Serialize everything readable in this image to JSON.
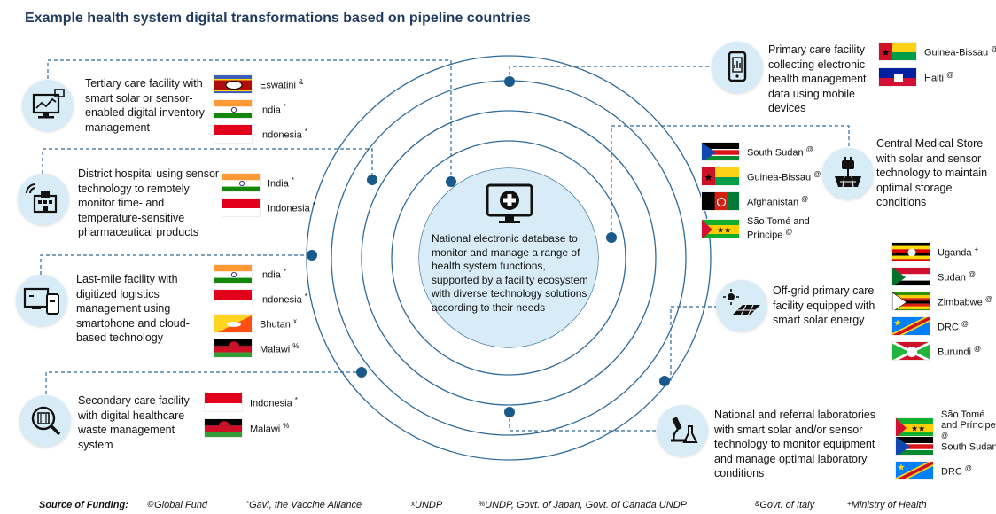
{
  "title": "Example health system digital transformations based on pipeline countries",
  "center": {
    "text": "National electronic database to monitor and manage a range of health system functions, supported by a facility ecosystem with diverse technology solutions according to their needs",
    "icon": "monitor-medical-cross-icon"
  },
  "nodes": [
    {
      "id": "tertiary",
      "icon": "computer-dashboard-icon",
      "text": "Tertiary care facility with smart solar or sensor-enabled digital inventory management",
      "flags": [
        {
          "country": "Eswatini",
          "mark": "&"
        },
        {
          "country": "India",
          "mark": "*"
        },
        {
          "country": "Indonesia",
          "mark": "*"
        }
      ]
    },
    {
      "id": "district",
      "icon": "hospital-sensor-icon",
      "text": "District hospital using sensor technology to remotely monitor time- and temperature-sensitive pharmaceutical products",
      "flags": [
        {
          "country": "India",
          "mark": "*"
        },
        {
          "country": "Indonesia",
          "mark": "*"
        }
      ]
    },
    {
      "id": "lastmile",
      "icon": "computer-phone-sync-icon",
      "text": "Last-mile facility with digitized logistics management using smartphone and cloud-based technology",
      "flags": [
        {
          "country": "India",
          "mark": "*"
        },
        {
          "country": "Indonesia",
          "mark": "*"
        },
        {
          "country": "Bhutan",
          "mark": "x"
        },
        {
          "country": "Malawi",
          "mark": "%"
        }
      ]
    },
    {
      "id": "secondary",
      "icon": "waste-search-icon",
      "text": "Secondary care facility with digital healthcare waste management system",
      "flags": [
        {
          "country": "Indonesia",
          "mark": "*"
        },
        {
          "country": "Malawi",
          "mark": "%"
        }
      ]
    },
    {
      "id": "primary",
      "icon": "mobile-phone-icon",
      "text": "Primary care facility collecting electronic health management data using mobile devices",
      "flags": [
        {
          "country": "Guinea-Bissau",
          "mark": "@"
        },
        {
          "country": "Haiti",
          "mark": "@"
        }
      ]
    },
    {
      "id": "cms",
      "icon": "solar-plug-icon",
      "text": "Central Medical Store with solar and sensor technology to maintain optimal storage conditions",
      "flags": [
        {
          "country": "South Sudan",
          "mark": "@"
        },
        {
          "country": "Guinea-Bissau",
          "mark": "@"
        },
        {
          "country": "Afghanistan",
          "mark": "@"
        },
        {
          "country": "São Tomé and Príncipe",
          "mark": "@"
        }
      ]
    },
    {
      "id": "offgrid",
      "icon": "solar-panel-sun-icon",
      "text": "Off-grid primary care facility equipped with smart solar energy",
      "flags": [
        {
          "country": "Uganda",
          "mark": "+"
        },
        {
          "country": "Sudan",
          "mark": "@"
        },
        {
          "country": "Zimbabwe",
          "mark": "@"
        },
        {
          "country": "DRC",
          "mark": "@"
        },
        {
          "country": "Burundi",
          "mark": "@"
        }
      ]
    },
    {
      "id": "labs",
      "icon": "microscope-flask-icon",
      "text": "National and referral laboratories with smart solar and/or sensor technology to monitor equipment and manage optimal laboratory conditions",
      "flags": [
        {
          "country": "São Tomé and Príncipe",
          "mark": "@"
        },
        {
          "country": "South Sudan",
          "mark": "@"
        },
        {
          "country": "DRC",
          "mark": "@"
        }
      ]
    }
  ],
  "footer": {
    "label": "Source of Funding:",
    "items": [
      {
        "mark": "@",
        "name": "Global Fund"
      },
      {
        "mark": "*",
        "name": "Gavi, the Vaccine Alliance"
      },
      {
        "mark": "x",
        "name": "UNDP"
      },
      {
        "mark": "%",
        "name": "UNDP, Govt. of Japan, Govt. of Canada UNDP"
      },
      {
        "mark": "&",
        "name": "Govt. of Italy"
      },
      {
        "mark": "+",
        "name": "Ministry of Health"
      }
    ]
  },
  "colors": {
    "accent": "#1a5a8a",
    "node_fill": "#d7ecf7",
    "title": "#1f3a5f"
  }
}
